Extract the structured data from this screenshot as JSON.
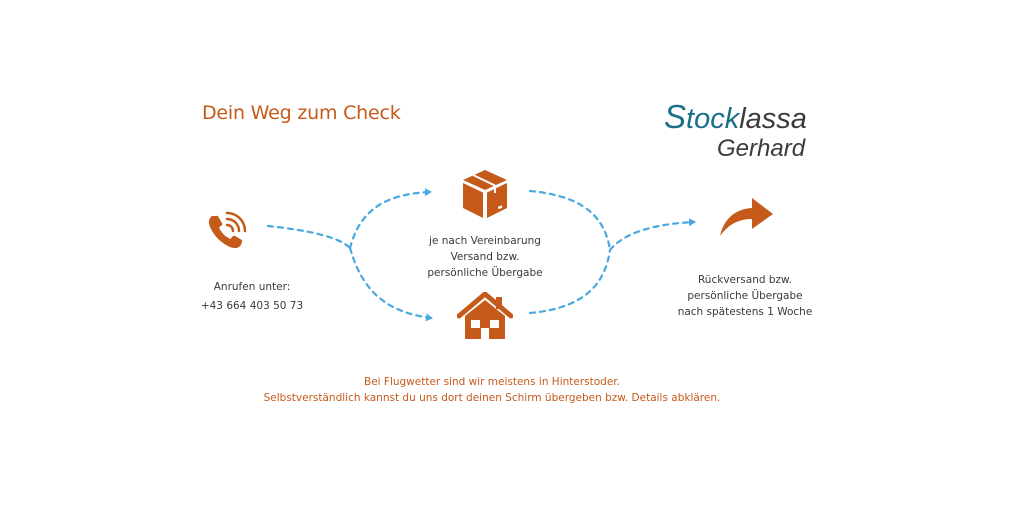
{
  "header": {
    "title": "Dein Weg zum Check"
  },
  "logo": {
    "line1_first": "S",
    "line1_mid": "tock",
    "line1_rest": "lassa",
    "line2": "Gerhard"
  },
  "steps": {
    "call": {
      "icon": "phone-icon",
      "label": "Anrufen unter:",
      "phone": "+43 664 403 50 73"
    },
    "ship": {
      "icon": "package-icon",
      "line1": "je nach Vereinbarung",
      "line2": "Versand bzw.",
      "line3": "persönliche Übergabe"
    },
    "home": {
      "icon": "house-icon"
    },
    "return": {
      "icon": "return-arrow-icon",
      "line1": "Rückversand bzw.",
      "line2": "persönliche Übergabe",
      "line3": "nach spätestens 1 Woche"
    }
  },
  "note": {
    "line1": "Bei Flugwetter sind wir meistens in Hinterstoder.",
    "line2": "Selbstverständlich kannst du uns dort deinen Schirm übergeben bzw. Details abklären."
  },
  "colors": {
    "accent": "#c55a1b",
    "arrow": "#4aa8e0",
    "logo_blue": "#1a6f8a"
  }
}
